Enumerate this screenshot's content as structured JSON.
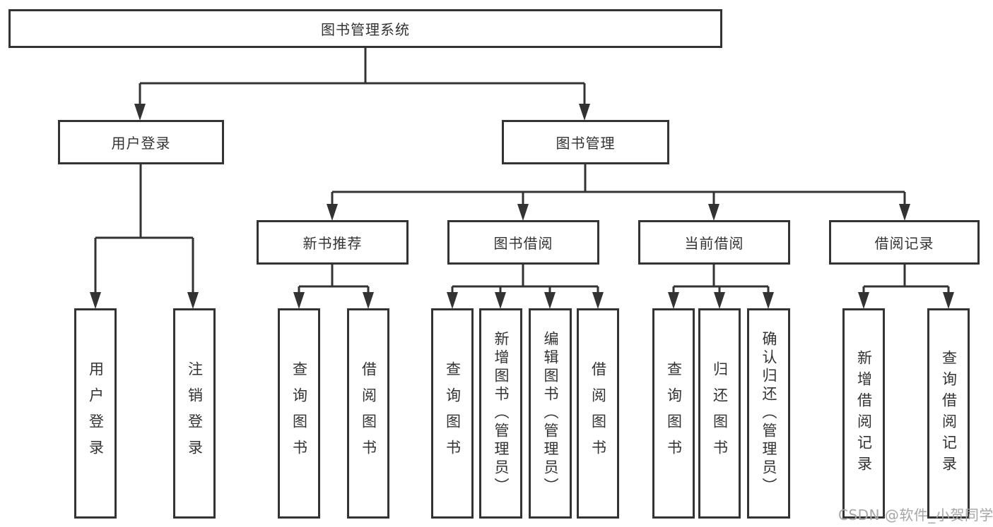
{
  "diagram": {
    "type": "hierarchy-tree",
    "root": {
      "label": "图书管理系统"
    },
    "level2": [
      {
        "id": "user-login",
        "label": "用户登录"
      },
      {
        "id": "book-management",
        "label": "图书管理"
      }
    ],
    "level3": [
      {
        "id": "new-book-recommend",
        "label": "新书推荐"
      },
      {
        "id": "book-borrow",
        "label": "图书借阅"
      },
      {
        "id": "current-borrow",
        "label": "当前借阅"
      },
      {
        "id": "borrow-record",
        "label": "借阅记录"
      }
    ],
    "groups": {
      "user_login_children": [
        "用户登录",
        "注销登录"
      ],
      "new_book_children": [
        "查询图书",
        "借阅图书"
      ],
      "book_borrow_children": [
        "查询图书",
        "新增图书（管理员）",
        "编辑图书（管理员）",
        "借阅图书"
      ],
      "current_borrow_children": [
        "查询图书",
        "归还图书",
        "确认归还（管理员）"
      ],
      "borrow_record_children": [
        "新增借阅记录",
        "查询借阅记录"
      ]
    }
  },
  "watermark": {
    "text": "CSDN @软件_小贺同学"
  },
  "colors": {
    "line": "#333333",
    "box_border": "#333333",
    "text": "#333333",
    "watermark_text": "#a6a6a6",
    "background": "#ffffff"
  }
}
